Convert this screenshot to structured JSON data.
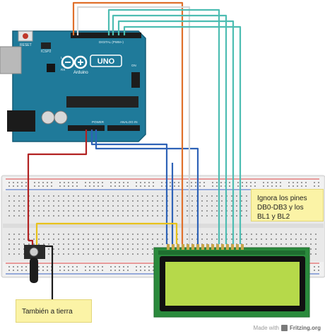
{
  "arduino": {
    "logo_text": "Arduino",
    "model": "UNO",
    "reset_label": "RESET",
    "icsp_label": "ICSP2",
    "tx_label": "TX",
    "rx_label": "RX",
    "l_label": "L",
    "on_label": "ON",
    "digital_label": "DIGITAL (PWM~)",
    "power_label": "POWER",
    "analog_label": "ANALOG IN"
  },
  "notes": {
    "pins": "Ignora los pines DB0-DB3 y los BL1 y BL2",
    "ground": "También a tierra"
  },
  "footer": {
    "made_with": "Made with",
    "brand": "Fritzing.org"
  },
  "colors": {
    "board": "#1f7a9a",
    "board_dark": "#155d77",
    "wire_red": "#b22222",
    "wire_blue": "#2f63b7",
    "wire_orange": "#e0702a",
    "wire_teal": "#4dbdb2",
    "wire_yellow": "#e8c21a",
    "wire_black": "#1a1a1a",
    "lcd_pcb": "#2a8a3c",
    "lcd_screen": "#b6d94a",
    "note_bg": "#fbf3a6"
  }
}
